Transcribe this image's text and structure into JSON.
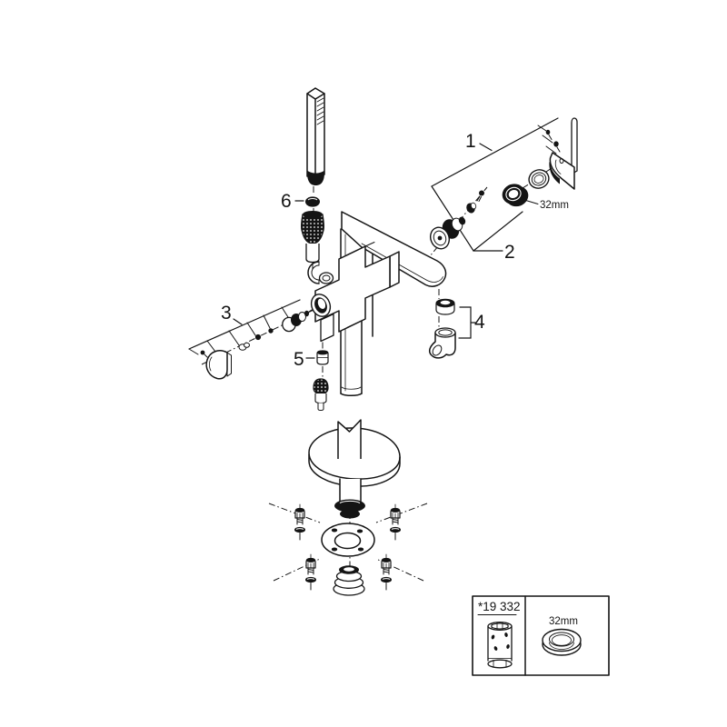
{
  "page": {
    "background": "#ffffff",
    "line_color": "#141414"
  },
  "callouts": {
    "n1": "1",
    "n2": "2",
    "n3": "3",
    "n4": "4",
    "n5": "5",
    "n6": "6"
  },
  "annotations": {
    "trim_ring_size": "32mm"
  },
  "legend": {
    "part_number": "*19 332",
    "ring_size": "32mm"
  }
}
